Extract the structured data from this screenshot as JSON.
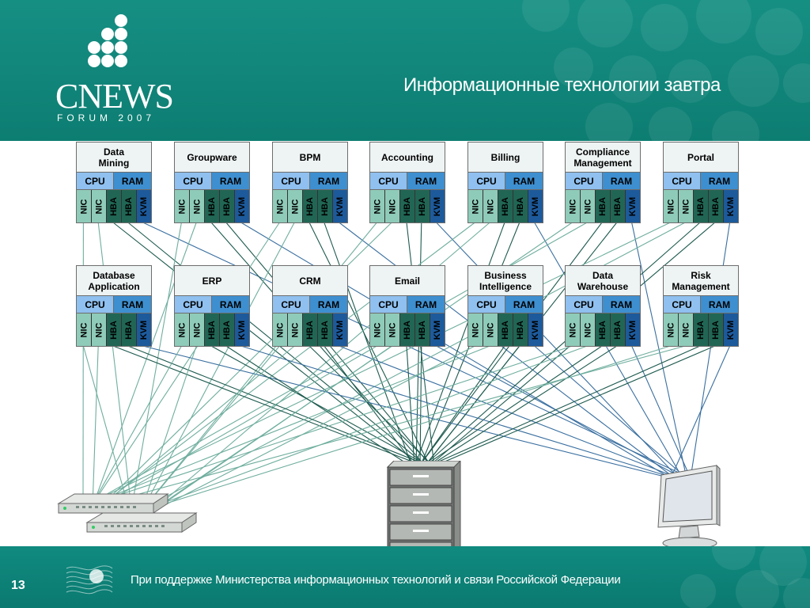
{
  "header": {
    "logo_name": "CNEWS",
    "logo_sub": "FORUM 2007",
    "title": "Информационные технологии завтра"
  },
  "port_labels": {
    "cpu": "CPU",
    "ram": "RAM",
    "ports": [
      "NIC",
      "NIC",
      "HBA",
      "HBA",
      "KVM"
    ]
  },
  "servers_top": [
    {
      "title": "Data\nMining"
    },
    {
      "title": "Groupware"
    },
    {
      "title": "BPM"
    },
    {
      "title": "Accounting"
    },
    {
      "title": "Billing"
    },
    {
      "title": "Compliance\nManagement"
    },
    {
      "title": "Portal"
    }
  ],
  "servers_bottom": [
    {
      "title": "Database\nApplication"
    },
    {
      "title": "ERP"
    },
    {
      "title": "CRM"
    },
    {
      "title": "Email"
    },
    {
      "title": "Business\nIntelligence"
    },
    {
      "title": "Data\nWarehouse"
    },
    {
      "title": "Risk\nManagement"
    }
  ],
  "hardware": {
    "left": "network-switch-icon",
    "center": "storage-rack-icon",
    "right": "monitor-icon"
  },
  "colors": {
    "header_bg": "#138a7f",
    "cpu": "#8fc0ef",
    "ram": "#3e8fd0",
    "nic": "#8fcbb9",
    "hba": "#216654",
    "kvm": "#1d5a9b",
    "link_nic": "#6fae9e",
    "link_hba": "#1d5a4e",
    "link_kvm": "#3a6fa0"
  },
  "footer": {
    "page_number": "13",
    "text": "При поддержке Министерства информационных технологий и связи Российской Федерации"
  }
}
